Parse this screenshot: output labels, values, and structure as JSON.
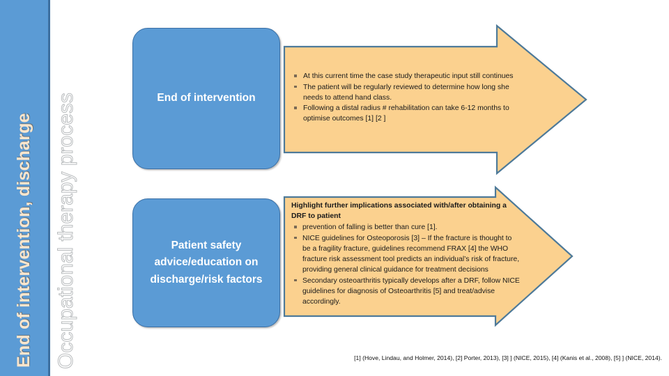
{
  "slide": {
    "band_label": "End of intervention, discharge",
    "process_label": "Occupational therapy process",
    "band_color": "#5B9BD5",
    "box_color": "#5B9BD5",
    "arrow_fill": "#FBD18F",
    "arrow_stroke": "#4E7A99"
  },
  "steps": [
    {
      "box_label": "End of intervention",
      "lead": "",
      "bullets": [
        "At this current time the case study therapeutic input still continues",
        "The patient will be regularly reviewed to determine how long she needs to attend hand class.",
        "Following a distal radius # rehabilitation can take 6-12 months to optimise outcomes [1] [2 ]"
      ]
    },
    {
      "box_label": "Patient safety advice/education on discharge/risk factors",
      "lead": "Highlight further implications associated with/after obtaining a DRF to patient",
      "bullets": [
        "prevention of falling is better than cure [1].",
        "NICE guidelines for Osteoporosis [3] – If the fracture is thought to be a fragility fracture, guidelines recommend FRAX [4] the WHO fracture risk assessment tool predicts an individual’s risk of fracture, providing general clinical guidance for treatment decisions",
        "Secondary osteoarthritis typically develops after a DRF, follow NICE guidelines for diagnosis of Osteoarthritis [5] and treat/advise accordingly."
      ]
    }
  ],
  "footer": {
    "citations": "[1] (Hove, Lindau, and Holmer, 2014), [2] Porter, 2013), [3] ] (NICE, 2015),  [4] (Kanis et al., 2008), [5] ] (NICE, 2014)."
  }
}
